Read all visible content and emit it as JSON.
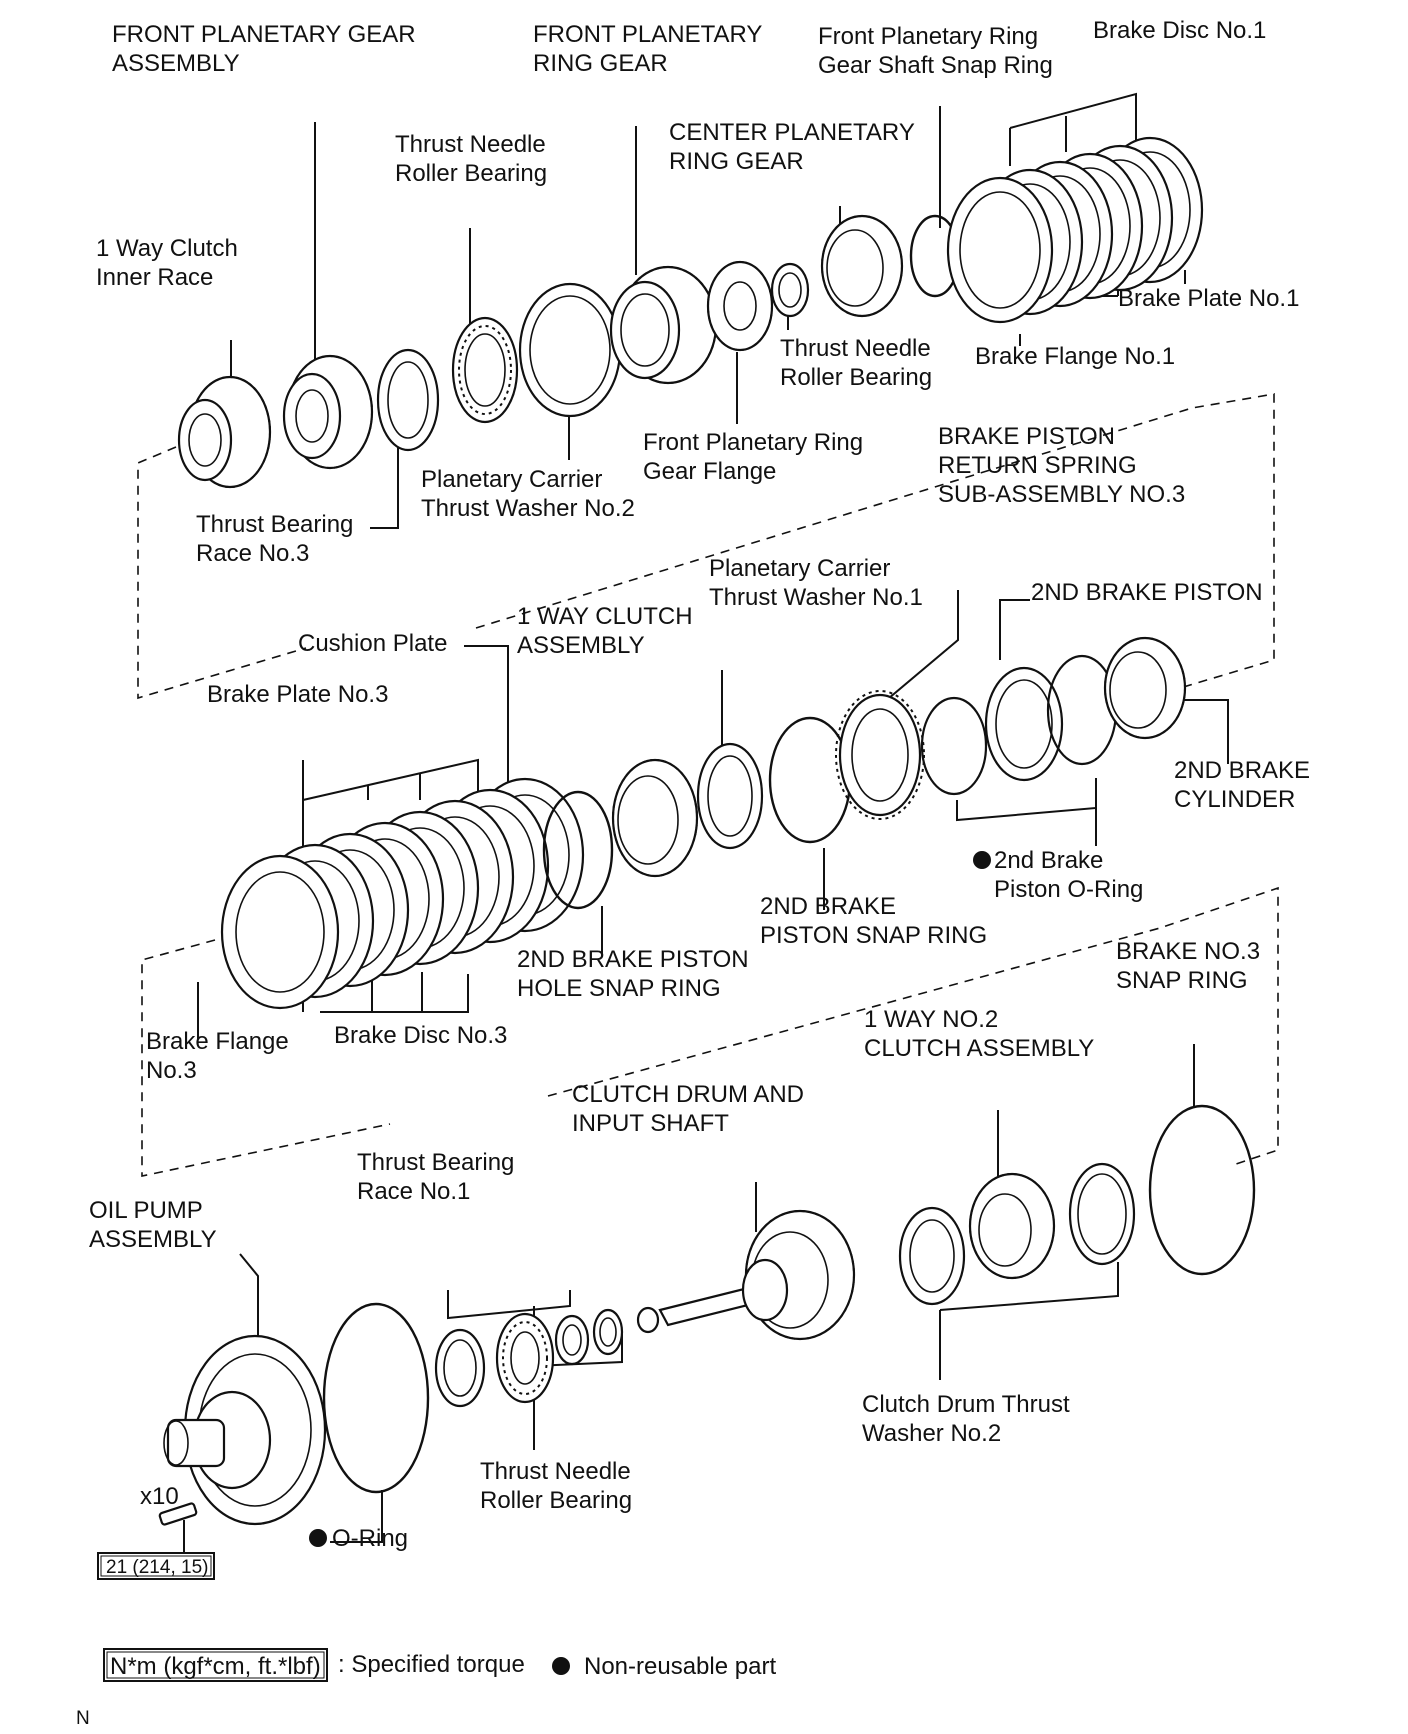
{
  "labels": {
    "front_planetary_gear_assembly": [
      "FRONT PLANETARY GEAR",
      "ASSEMBLY"
    ],
    "front_planetary_ring_gear": [
      "FRONT PLANETARY",
      "RING GEAR"
    ],
    "front_planetary_ring_gear_shaft_snap_ring": [
      "Front Planetary Ring",
      "Gear Shaft Snap Ring"
    ],
    "brake_disc_no1": [
      "Brake Disc No.1"
    ],
    "thrust_needle_roller_bearing_top": [
      "Thrust Needle",
      "Roller Bearing"
    ],
    "center_planetary_ring_gear": [
      "CENTER PLANETARY",
      "RING GEAR"
    ],
    "one_way_clutch_inner_race": [
      "1 Way Clutch",
      "Inner Race"
    ],
    "brake_plate_no1": [
      "Brake Plate No.1"
    ],
    "thrust_needle_roller_bearing_mid": [
      "Thrust Needle",
      "Roller Bearing"
    ],
    "brake_flange_no1": [
      "Brake Flange No.1"
    ],
    "front_planetary_ring_gear_flange": [
      "Front Planetary Ring",
      "Gear Flange"
    ],
    "brake_piston_return_spring": [
      "BRAKE PISTON",
      "RETURN SPRING",
      "SUB-ASSEMBLY NO.3"
    ],
    "planetary_carrier_thrust_washer_no2": [
      "Planetary Carrier",
      "Thrust Washer No.2"
    ],
    "thrust_bearing_race_no3": [
      "Thrust Bearing",
      "Race No.3"
    ],
    "planetary_carrier_thrust_washer_no1": [
      "Planetary Carrier",
      "Thrust Washer No.1"
    ],
    "second_brake_piston": [
      "2ND BRAKE PISTON"
    ],
    "one_way_clutch_assembly": [
      "1 WAY CLUTCH",
      "ASSEMBLY"
    ],
    "cushion_plate": [
      "Cushion Plate"
    ],
    "brake_plate_no3": [
      "Brake Plate No.3"
    ],
    "second_brake_cylinder": [
      "2ND BRAKE",
      "CYLINDER"
    ],
    "second_brake_piston_o_ring": [
      "2nd Brake",
      "Piston O-Ring"
    ],
    "second_brake_piston_snap_ring": [
      "2ND BRAKE",
      "PISTON SNAP RING"
    ],
    "second_brake_piston_hole_snap_ring": [
      "2ND BRAKE PISTON",
      "HOLE SNAP RING"
    ],
    "brake_no3_snap_ring": [
      "BRAKE NO.3",
      "SNAP RING"
    ],
    "brake_flange_no3": [
      "Brake Flange",
      "No.3"
    ],
    "brake_disc_no3": [
      "Brake Disc No.3"
    ],
    "one_way_no2_clutch_assembly": [
      "1 WAY NO.2",
      "CLUTCH ASSEMBLY"
    ],
    "clutch_drum_and_input_shaft": [
      "CLUTCH DRUM AND",
      "INPUT SHAFT"
    ],
    "thrust_bearing_race_no1": [
      "Thrust Bearing",
      "Race No.1"
    ],
    "oil_pump_assembly": [
      "OIL PUMP",
      "ASSEMBLY"
    ],
    "clutch_drum_thrust_washer_no2": [
      "Clutch Drum Thrust",
      "Washer No.2"
    ],
    "thrust_needle_roller_bearing_bottom": [
      "Thrust Needle",
      "Roller Bearing"
    ],
    "o_ring": [
      "O-Ring"
    ]
  },
  "bolt_count": "x10",
  "torque_value": "21 (214, 15)",
  "legend": {
    "torque_unit_box": "N*m (kgf*cm, ft.*lbf)",
    "torque_text": ": Specified torque",
    "non_reusable_text": "Non-reusable part"
  },
  "corner_mark": "N"
}
